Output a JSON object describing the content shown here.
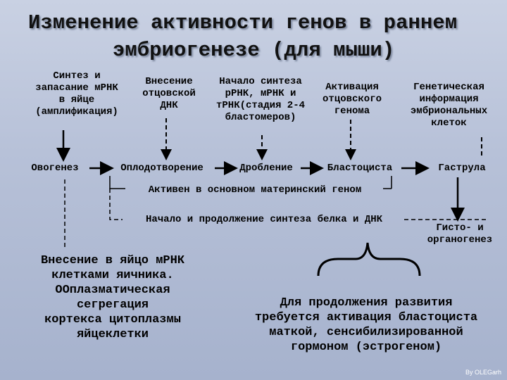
{
  "title": {
    "line1": "Изменение активности генов в раннем",
    "line2": "эмбриогенезе (для мыши)"
  },
  "top_labels": [
    "Синтез и\nзапасание мРНК\nв яйце\n(амплификация)",
    "Внесение\nотцовской\nДНК",
    "Начало синтеза\nрРНК, мРНК и\nтРНК(стадия 2-4\nбластомеров)",
    "Активация\nотцовского\nгенома",
    "Генетическая\nинформация\nэмбриональных\nклеток"
  ],
  "stages": [
    "Овогенез",
    "Оплодотворение",
    "Дробление",
    "Бластоциста",
    "Гаструла"
  ],
  "maternal_genome": "Активен в основном материнский геном",
  "protein_synthesis": "Начало и продолжение синтеза белка и ДНК",
  "organogenesis": "Гисто- и\nорганогенез",
  "left_note": "Внесение в яйцо мРНК\nклетками яичника.\nООплазматическая\nсегрегация\nкортекса цитоплазмы\nяйцеклетки",
  "right_note": "Для продолжения развития\nтребуется активация бластоциста\nматкой, сенсибилизированной\nгормоном (эстрогеном)",
  "credit": "By OLEGarh"
}
